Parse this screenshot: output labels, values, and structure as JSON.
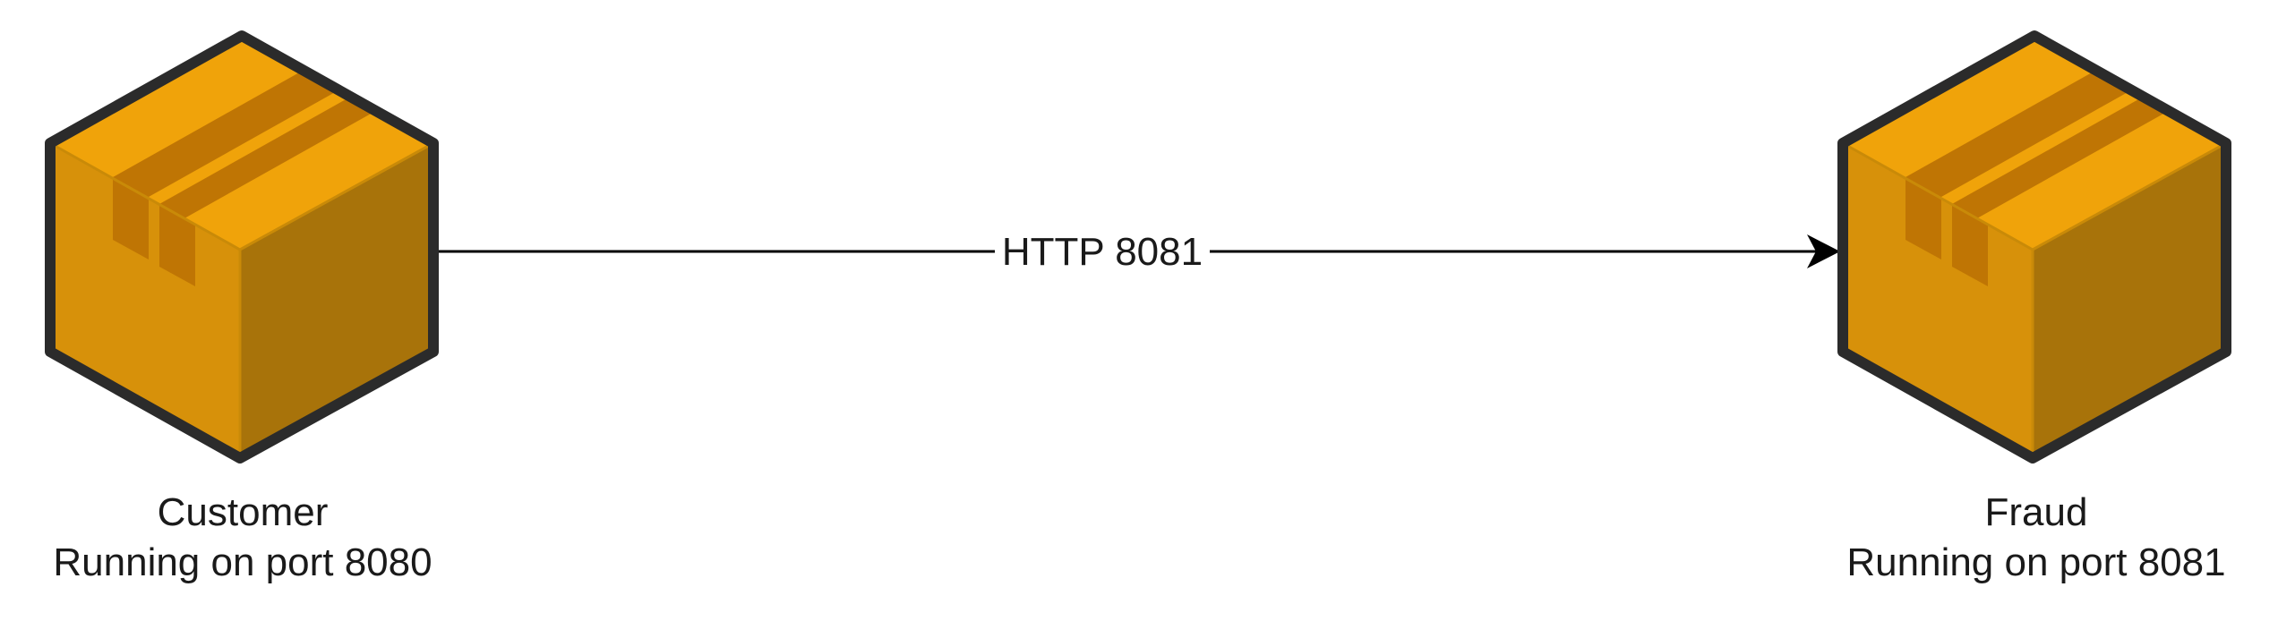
{
  "diagram": {
    "nodes": [
      {
        "id": "customer",
        "icon": "package-box-icon",
        "title": "Customer",
        "subtitle": "Running on port 8080"
      },
      {
        "id": "fraud",
        "icon": "package-box-icon",
        "title": "Fraud",
        "subtitle": "Running on port 8081"
      }
    ],
    "edges": [
      {
        "from": "customer",
        "to": "fraud",
        "label": "HTTP 8081"
      }
    ],
    "colors": {
      "box_top": "#f0a30a",
      "box_left": "#d7910a",
      "box_right": "#a8730a",
      "box_tape": "#bf7504",
      "outline": "#2b2b2b",
      "edge": "#000000"
    }
  }
}
